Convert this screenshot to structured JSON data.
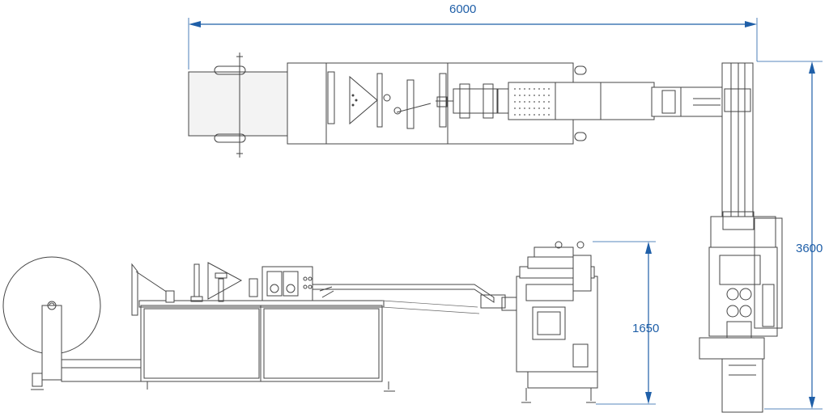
{
  "dimensions": {
    "width_label": "6000",
    "height_label": "3600",
    "side_height_label": "1650"
  },
  "colors": {
    "dimension": "#1f5fa8",
    "drawing": "#444444",
    "background": "#ffffff"
  }
}
